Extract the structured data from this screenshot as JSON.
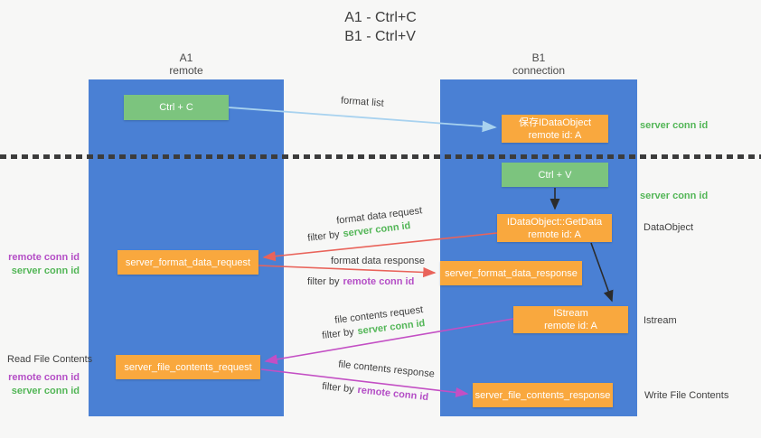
{
  "title": {
    "line1": "A1 - Ctrl+C",
    "line2": "B1 - Ctrl+V"
  },
  "lanes": {
    "left": {
      "name": "A1",
      "role": "remote"
    },
    "right": {
      "name": "B1",
      "role": "connection"
    }
  },
  "nodes": {
    "ctrl_c": {
      "label": "Ctrl + C"
    },
    "ctrl_v": {
      "label": "Ctrl + V"
    },
    "save_idataobject": {
      "line1": "保存IDataObject",
      "line2": "remote id: A"
    },
    "getdata": {
      "line1": "IDataObject::GetData",
      "line2": "remote id: A"
    },
    "istream_obj": {
      "line1": "IStream",
      "line2": "remote id: A"
    },
    "format_request": {
      "label": "server_format_data_request"
    },
    "format_response": {
      "label": "server_format_data_response"
    },
    "file_request": {
      "label": "server_file_contents_request"
    },
    "file_response": {
      "label": "server_file_contents_response"
    }
  },
  "edges": {
    "format_list": "format list",
    "format_data_request": "format data request",
    "format_data_response": "format data response",
    "file_contents_request": "file contents request",
    "file_contents_response": "file contents response",
    "filter_by": "filter by",
    "server_conn_id": "server conn id",
    "remote_conn_id": "remote conn id"
  },
  "annotations": {
    "right_server_conn_top": "server conn id",
    "right_server_conn_mid": "server conn id",
    "dataobject": "DataObject",
    "istream": "Istream",
    "write_file_contents": "Write File Contents",
    "read_file_contents": "Read File Contents",
    "left_remote_conn_1": "remote conn id",
    "left_server_conn_1": "server conn id",
    "left_remote_conn_2": "remote conn id",
    "left_server_conn_2": "server conn id"
  },
  "colors": {
    "lane_blue": "#4a80d4",
    "node_green": "#7cc47e",
    "node_orange": "#f9a83e",
    "arrow_light_blue": "#a8d2ef",
    "arrow_red": "#e9635a",
    "arrow_magenta": "#c34fc4",
    "arrow_black": "#2b2b2b",
    "conn_id_green": "#53b657",
    "conn_id_purple": "#b44ec6",
    "divider_dark": "#3c3c3c"
  }
}
